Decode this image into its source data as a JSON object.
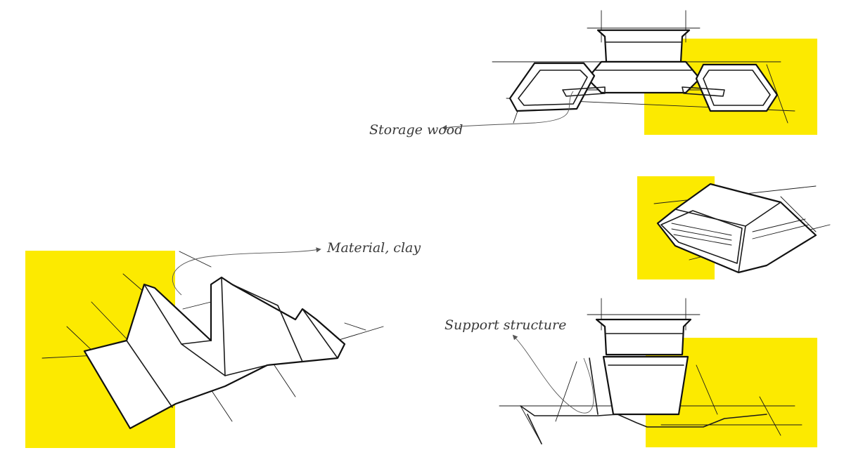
{
  "labels": {
    "storage": "Storage wood",
    "material": "Material, clay",
    "support": "Support structure"
  },
  "colors": {
    "accent": "#FCEA00",
    "ink": "#1a1a1a",
    "background": "#ffffff"
  }
}
